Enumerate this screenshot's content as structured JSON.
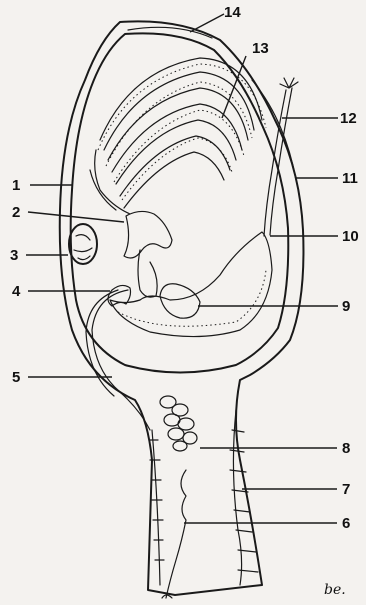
{
  "labels": [
    {
      "id": "1",
      "text": "1"
    },
    {
      "id": "2",
      "text": "2"
    },
    {
      "id": "3",
      "text": "3"
    },
    {
      "id": "4",
      "text": "4"
    },
    {
      "id": "5",
      "text": "5"
    },
    {
      "id": "6",
      "text": "6"
    },
    {
      "id": "7",
      "text": "7"
    },
    {
      "id": "8",
      "text": "8"
    },
    {
      "id": "9",
      "text": "9"
    },
    {
      "id": "10",
      "text": "10"
    },
    {
      "id": "11",
      "text": "11"
    },
    {
      "id": "12",
      "text": "12"
    },
    {
      "id": "13",
      "text": "13"
    },
    {
      "id": "14",
      "text": "14"
    }
  ],
  "signature": "be."
}
